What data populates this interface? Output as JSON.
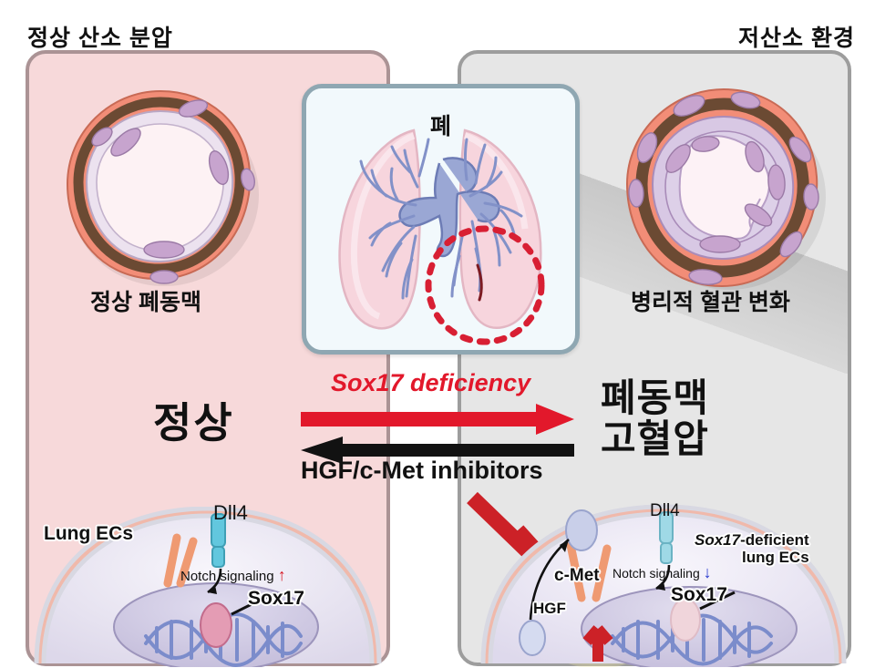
{
  "figure": {
    "type": "scientific-schematic",
    "titles": {
      "left_condition": "정상 산소 분압",
      "right_condition": "저산소 환경"
    },
    "center": {
      "organ_label": "폐",
      "highlight_marker": "red-dotted-circle"
    },
    "vessels": {
      "normal_caption": "정상 폐동맥",
      "diseased_caption": "병리적 혈관 변화"
    },
    "state_labels": {
      "normal": "정상",
      "disease_line1": "폐동맥",
      "disease_line2": "고혈압"
    },
    "arrows": {
      "forward_label": "Sox17 deficiency",
      "forward_color": "#e2182b",
      "backward_label": "HGF/c-Met inhibitors",
      "backward_color": "#111111"
    },
    "cell_left": {
      "cell_label": "Lung ECs",
      "receptor_label": "Dll4",
      "pathway_label": "Notch signaling",
      "pathway_direction": "↑",
      "pathway_direction_color": "#d61a26",
      "nucleus_factor": "Sox17"
    },
    "cell_right": {
      "cell_label_italic": "Sox17",
      "cell_label_rest": "-deficient",
      "cell_label_line2": "lung ECs",
      "receptor_label": "Dll4",
      "pathway_label": "Notch signaling",
      "pathway_direction": "↓",
      "pathway_direction_color": "#2233cc",
      "nucleus_factor": "Sox17",
      "receptor_tyrosine_kinase": "c-Met",
      "ligand": "HGF",
      "ligand_direction": "↑",
      "ligand_direction_color": "#d61a26",
      "inhibition_symbol": "T-bar"
    },
    "colors": {
      "left_panel_bg": "#f7d9da",
      "right_panel_bg": "#e6e6e6",
      "lung_box_bg": "#f2f9fc",
      "accent_red": "#e2182b",
      "accent_blue": "#2233cc"
    }
  }
}
